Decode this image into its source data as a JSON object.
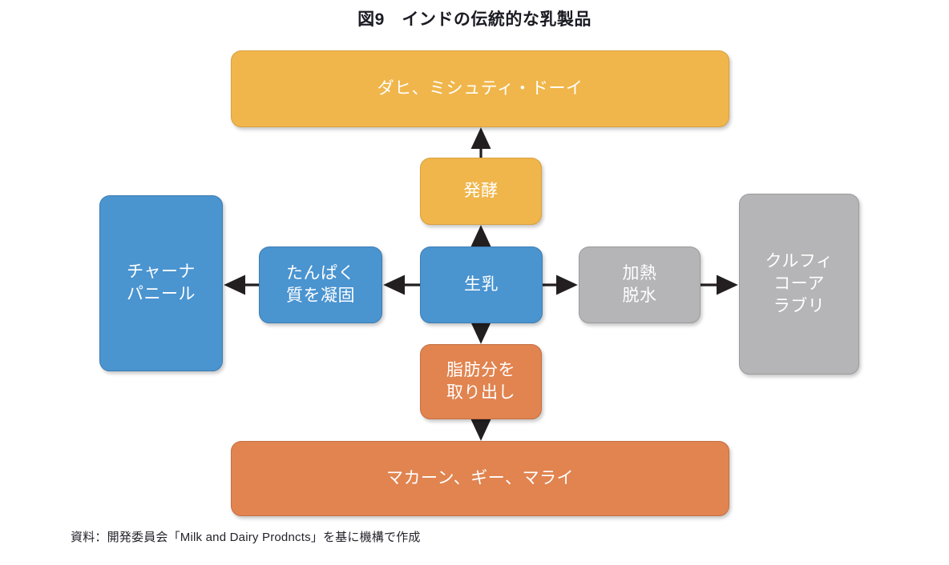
{
  "figure": {
    "title": "図9　インドの伝統的な乳製品",
    "source_note": "資料：開発委員会「Milk and Dairy Prodncts」を基に機構で作成"
  },
  "palette": {
    "amber": "#F0B64B",
    "blue": "#4A94D0",
    "gray": "#B5B5B7",
    "terracotta": "#E18450",
    "text_on_box": "#FFFFFF",
    "arrow": "#231F20",
    "background": "#FFFFFF",
    "title_text": "#1B1B23"
  },
  "chart_data": {
    "type": "flowchart",
    "title": "図9　インドの伝統的な乳製品",
    "nodes": [
      {
        "id": "dahi",
        "label": "ダヒ、ミシュティ・ドーイ",
        "color": "amber",
        "role": "product"
      },
      {
        "id": "ferment",
        "label": "発酵",
        "color": "amber",
        "role": "process"
      },
      {
        "id": "chana",
        "label": "チャーナ\nパニール",
        "color": "blue",
        "role": "product"
      },
      {
        "id": "coagulate",
        "label": "たんぱく\n質を凝固",
        "color": "blue",
        "role": "process"
      },
      {
        "id": "milk",
        "label": "生乳",
        "color": "blue",
        "role": "source"
      },
      {
        "id": "heat",
        "label": "加熱\n脱水",
        "color": "gray",
        "role": "process"
      },
      {
        "id": "kulfi",
        "label": "クルフィ\nコーア\nラブリ",
        "color": "gray",
        "role": "product"
      },
      {
        "id": "fat",
        "label": "脂肪分を\n取り出し",
        "color": "terracotta",
        "role": "process"
      },
      {
        "id": "makhan",
        "label": "マカーン、ギー、マライ",
        "color": "terracotta",
        "role": "product"
      }
    ],
    "edges": [
      {
        "from": "milk",
        "to": "ferment",
        "direction": "up"
      },
      {
        "from": "ferment",
        "to": "dahi",
        "direction": "up"
      },
      {
        "from": "milk",
        "to": "coagulate",
        "direction": "left"
      },
      {
        "from": "coagulate",
        "to": "chana",
        "direction": "left"
      },
      {
        "from": "milk",
        "to": "heat",
        "direction": "right"
      },
      {
        "from": "heat",
        "to": "kulfi",
        "direction": "right"
      },
      {
        "from": "milk",
        "to": "fat",
        "direction": "down"
      },
      {
        "from": "fat",
        "to": "makhan",
        "direction": "down"
      }
    ]
  }
}
